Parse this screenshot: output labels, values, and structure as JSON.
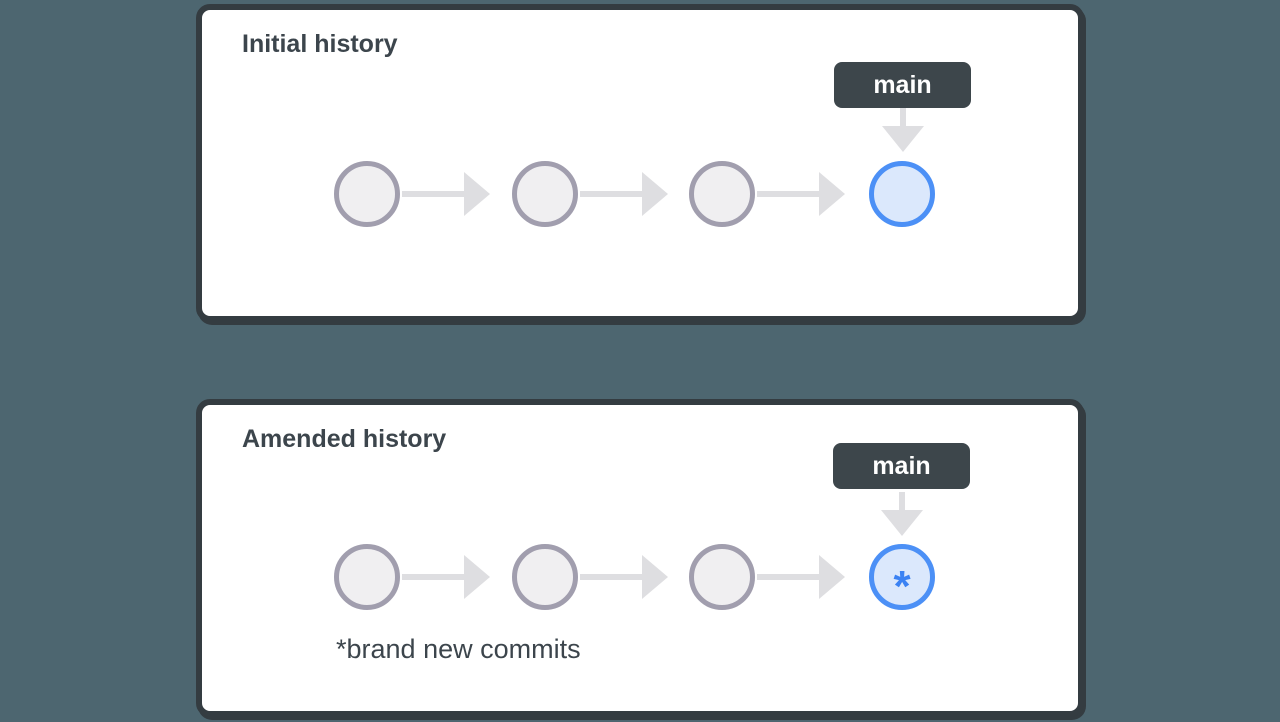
{
  "colors": {
    "background": "#4d6670",
    "panel_bg": "#ffffff",
    "panel_border": "#343c41",
    "title_text": "#3c454c",
    "commit_fill": "#f0eff1",
    "commit_border": "#a19eae",
    "arrow": "#dedee1",
    "branch_label_bg": "#3d464b",
    "branch_label_text": "#ffffff",
    "highlight_fill": "#dbe8fc",
    "highlight_border": "#4c90f6",
    "highlight_symbol_color": "#3b82f3",
    "footnote_text": "#3c454c"
  },
  "panels": [
    {
      "title": "Initial history",
      "branch_label": "main",
      "commit_count": 4,
      "highlighted_commit_index": 3,
      "highlight_symbol": ""
    },
    {
      "title": "Amended history",
      "branch_label": "main",
      "commit_count": 4,
      "highlighted_commit_index": 3,
      "highlight_symbol": "*",
      "footnote": "*brand new commits"
    }
  ]
}
